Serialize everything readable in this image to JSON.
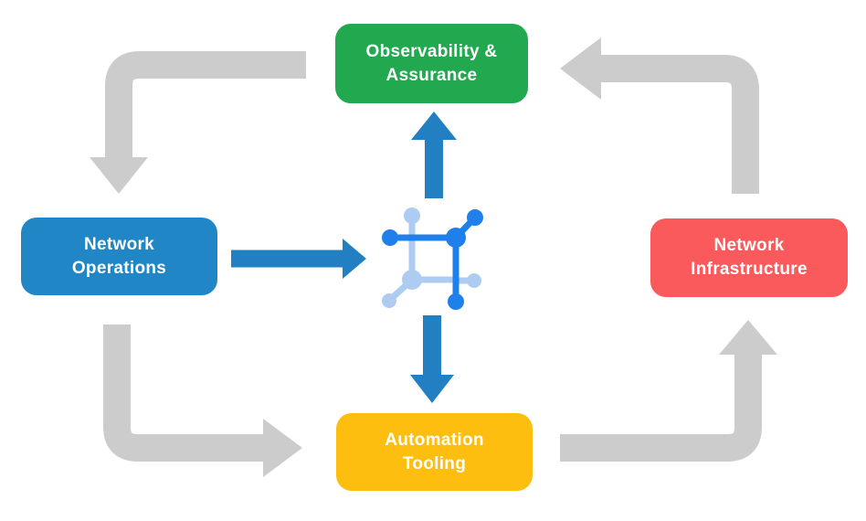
{
  "canvas": {
    "background": "#FFFFFF"
  },
  "diagram": {
    "nodes": {
      "observability": {
        "lines": [
          "Observability &",
          "Assurance"
        ],
        "color": "#22A84F"
      },
      "operations": {
        "lines": [
          "Network",
          "Operations"
        ],
        "color": "#2186C6"
      },
      "infrastructure": {
        "lines": [
          "Network",
          "Infrastructure"
        ],
        "color": "#FB5A5C"
      },
      "automation": {
        "lines": [
          "Automation",
          "Tooling"
        ],
        "color": "#FEBE10"
      }
    },
    "center_icon": {
      "name": "network-mesh-icon",
      "primary_color": "#1F7FEB",
      "secondary_color": "#AECBF2"
    },
    "arrows": {
      "gray_cycle": [
        {
          "name": "observability-to-operations",
          "from": "Observability & Assurance",
          "to": "Network Operations"
        },
        {
          "name": "infrastructure-to-observability",
          "from": "Network Infrastructure",
          "to": "Observability & Assurance"
        },
        {
          "name": "operations-to-automation",
          "from": "Network Operations",
          "to": "Automation Tooling"
        },
        {
          "name": "automation-to-infrastructure",
          "from": "Automation Tooling",
          "to": "Network Infrastructure"
        }
      ],
      "blue_center": [
        {
          "name": "center-to-observability",
          "direction": "up"
        },
        {
          "name": "operations-to-center",
          "direction": "right"
        },
        {
          "name": "center-to-automation",
          "direction": "down"
        }
      ]
    },
    "colors": {
      "background": "#FFFFFF",
      "green": "#22A84F",
      "blue": "#2186C6",
      "red": "#FB5A5C",
      "yellow": "#FEBE10",
      "gray-arrow": "#CCCCCC",
      "blue-arrow": "#2280C2",
      "icon-dark": "#1F7FEB",
      "icon-light": "#AECBF2",
      "node-text": "#FFFFFF"
    }
  }
}
